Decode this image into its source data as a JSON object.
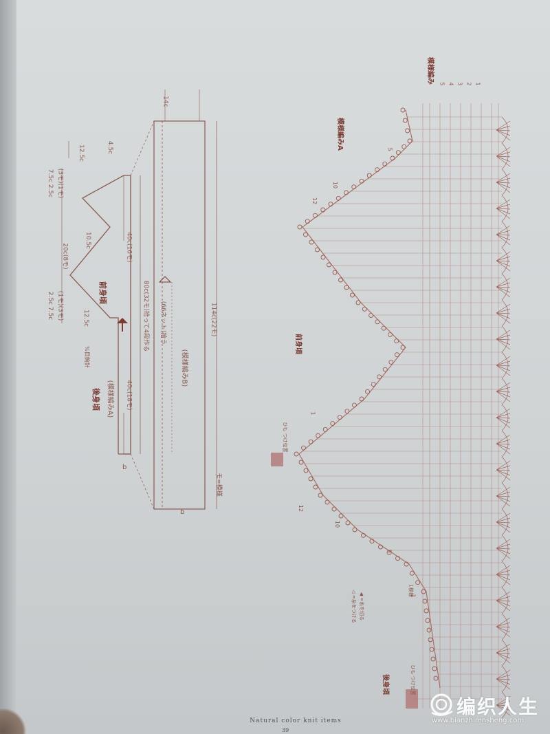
{
  "schematic": {
    "back_label": "後身頃",
    "back_sub": "(模様編みA)",
    "front_label": "前身頃",
    "band_label": "(模様編みB)",
    "dim_back_width": "40c(18モ)",
    "dim_front_width": "40c(16モ)",
    "dim_total": "80c(32モ)拾って4段作る",
    "dim_band_inner": "(66ネット)拾う",
    "dim_band_length": "114c(22モ)",
    "dim_neck": "20c(8モ)",
    "dim_top_right": "7.5c 2.5c",
    "dim_top_right_sub": "(3モ)(1モ)",
    "dim_top_left": "2.5c 7.5c",
    "dim_top_left_sub": "(1モ)(3モ)",
    "dim_depth_left": "12.5c",
    "dim_depth_right": "12.5c",
    "dim_center": "10.5c",
    "dim_band_depth": "4.5c",
    "dim_band_top": "14c",
    "note_mo": "モ=模様",
    "gauge_note": "%目鉤針",
    "mark_a": "b",
    "mark_b": "b"
  },
  "chart": {
    "label_A": "模様編みA",
    "label_B": "模様編み",
    "label_front": "前身頃",
    "label_back": "後身頃",
    "tie_label_1": "ひも つけ位置",
    "tie_label_2": "ひも つけ位置",
    "legend_1": "◁ =糸をつける",
    "legend_2": "◀ =糸を切る",
    "legend_3": "1模様",
    "row_numbers_top": [
      "5",
      "4",
      "3",
      "2",
      "1"
    ],
    "row_numbers_chart": [
      "12",
      "10",
      "5",
      "1"
    ]
  },
  "footer": {
    "title": "Natural color knit items",
    "page": "39"
  },
  "watermark": {
    "brand": "编织人生",
    "url": "www.bianzhirensheng.com"
  },
  "colors": {
    "paper": "#d3d7d8",
    "ink": "#8a5a50",
    "ink_dark": "#7a3b33"
  }
}
